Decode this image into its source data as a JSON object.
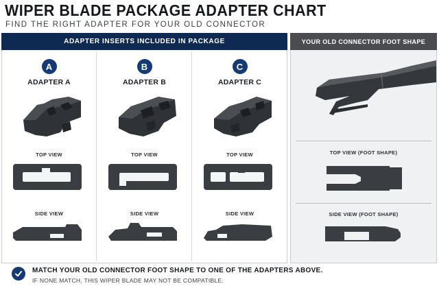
{
  "title": "WIPER BLADE PACKAGE ADAPTER CHART",
  "subtitle": "FIND THE RIGHT ADAPTER FOR YOUR OLD CONNECTOR",
  "left_header": "ADAPTER INSERTS INCLUDED IN PACKAGE",
  "right_header": "YOUR OLD CONNECTOR FOOT SHAPE",
  "adapters": [
    {
      "letter": "A",
      "label": "ADAPTER A",
      "top_view_label": "TOP VIEW",
      "side_view_label": "SIDE VIEW"
    },
    {
      "letter": "B",
      "label": "ADAPTER B",
      "top_view_label": "TOP VIEW",
      "side_view_label": "SIDE VIEW"
    },
    {
      "letter": "C",
      "label": "ADAPTER C",
      "top_view_label": "TOP VIEW",
      "side_view_label": "SIDE VIEW"
    }
  ],
  "connector": {
    "top_view_label": "TOP VIEW (FOOT SHAPE)",
    "side_view_label": "SIDE VIEW (FOOT SHAPE)"
  },
  "footer": {
    "main": "MATCH YOUR OLD CONNECTOR FOOT SHAPE TO ONE OF THE ADAPTERS ABOVE.",
    "note": "IF NONE MATCH, THIS WIPER BLADE MAY NOT BE COMPATIBLE."
  },
  "colors": {
    "navy": "#0f2a52",
    "badge_blue": "#153a74",
    "dark_gray": "#4a4c4f",
    "part_fill": "#3a3d41"
  },
  "icons": [
    "check-icon"
  ]
}
